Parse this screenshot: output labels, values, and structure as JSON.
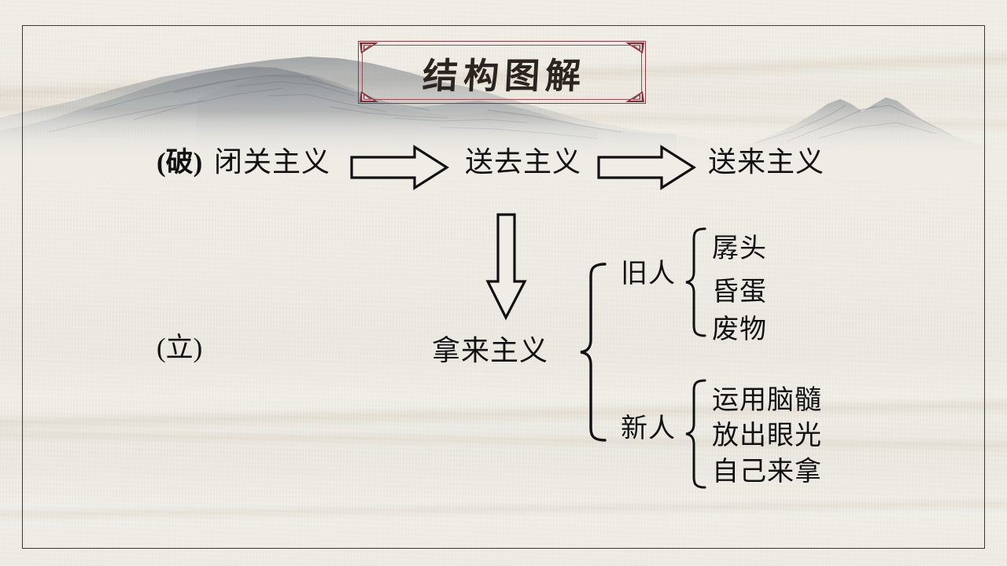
{
  "slide": {
    "title": "结构图解",
    "background_color": "#eceae4",
    "frame_color": "#3b3731",
    "plaque_color": "#8e3a46",
    "title_color": "#2b2420",
    "ink_color": "#111111"
  },
  "diagram": {
    "section_labels": {
      "break": "(破)",
      "establish": "(立)"
    },
    "row1": {
      "items": [
        {
          "label": "闭关主义"
        },
        {
          "label": "送去主义"
        },
        {
          "label": "送来主义"
        }
      ],
      "connector": "right-block-arrow"
    },
    "vertical_connector": "down-block-arrow",
    "center": {
      "label": "拿来主义"
    },
    "branches": [
      {
        "label": "旧人",
        "leaves": [
          "孱头",
          "昏蛋",
          "废物"
        ]
      },
      {
        "label": "新人",
        "leaves": [
          "运用脑髓",
          "放出眼光",
          "自己来拿"
        ]
      }
    ]
  }
}
